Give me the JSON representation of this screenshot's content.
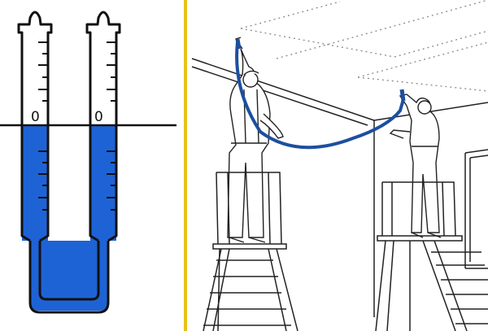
{
  "colors": {
    "water": "#1e63d6",
    "divider": "#e8c21a",
    "hose": "#1d4f9e",
    "ink": "#111111",
    "dotted": "#8a8a8a"
  },
  "left_panel": {
    "left_tube_zero": "0",
    "right_tube_zero": "0"
  },
  "icons": {
    "scene": "workers-on-ladders-leveling-ceiling-with-water-level",
    "instrument": "u-tube-water-level"
  }
}
